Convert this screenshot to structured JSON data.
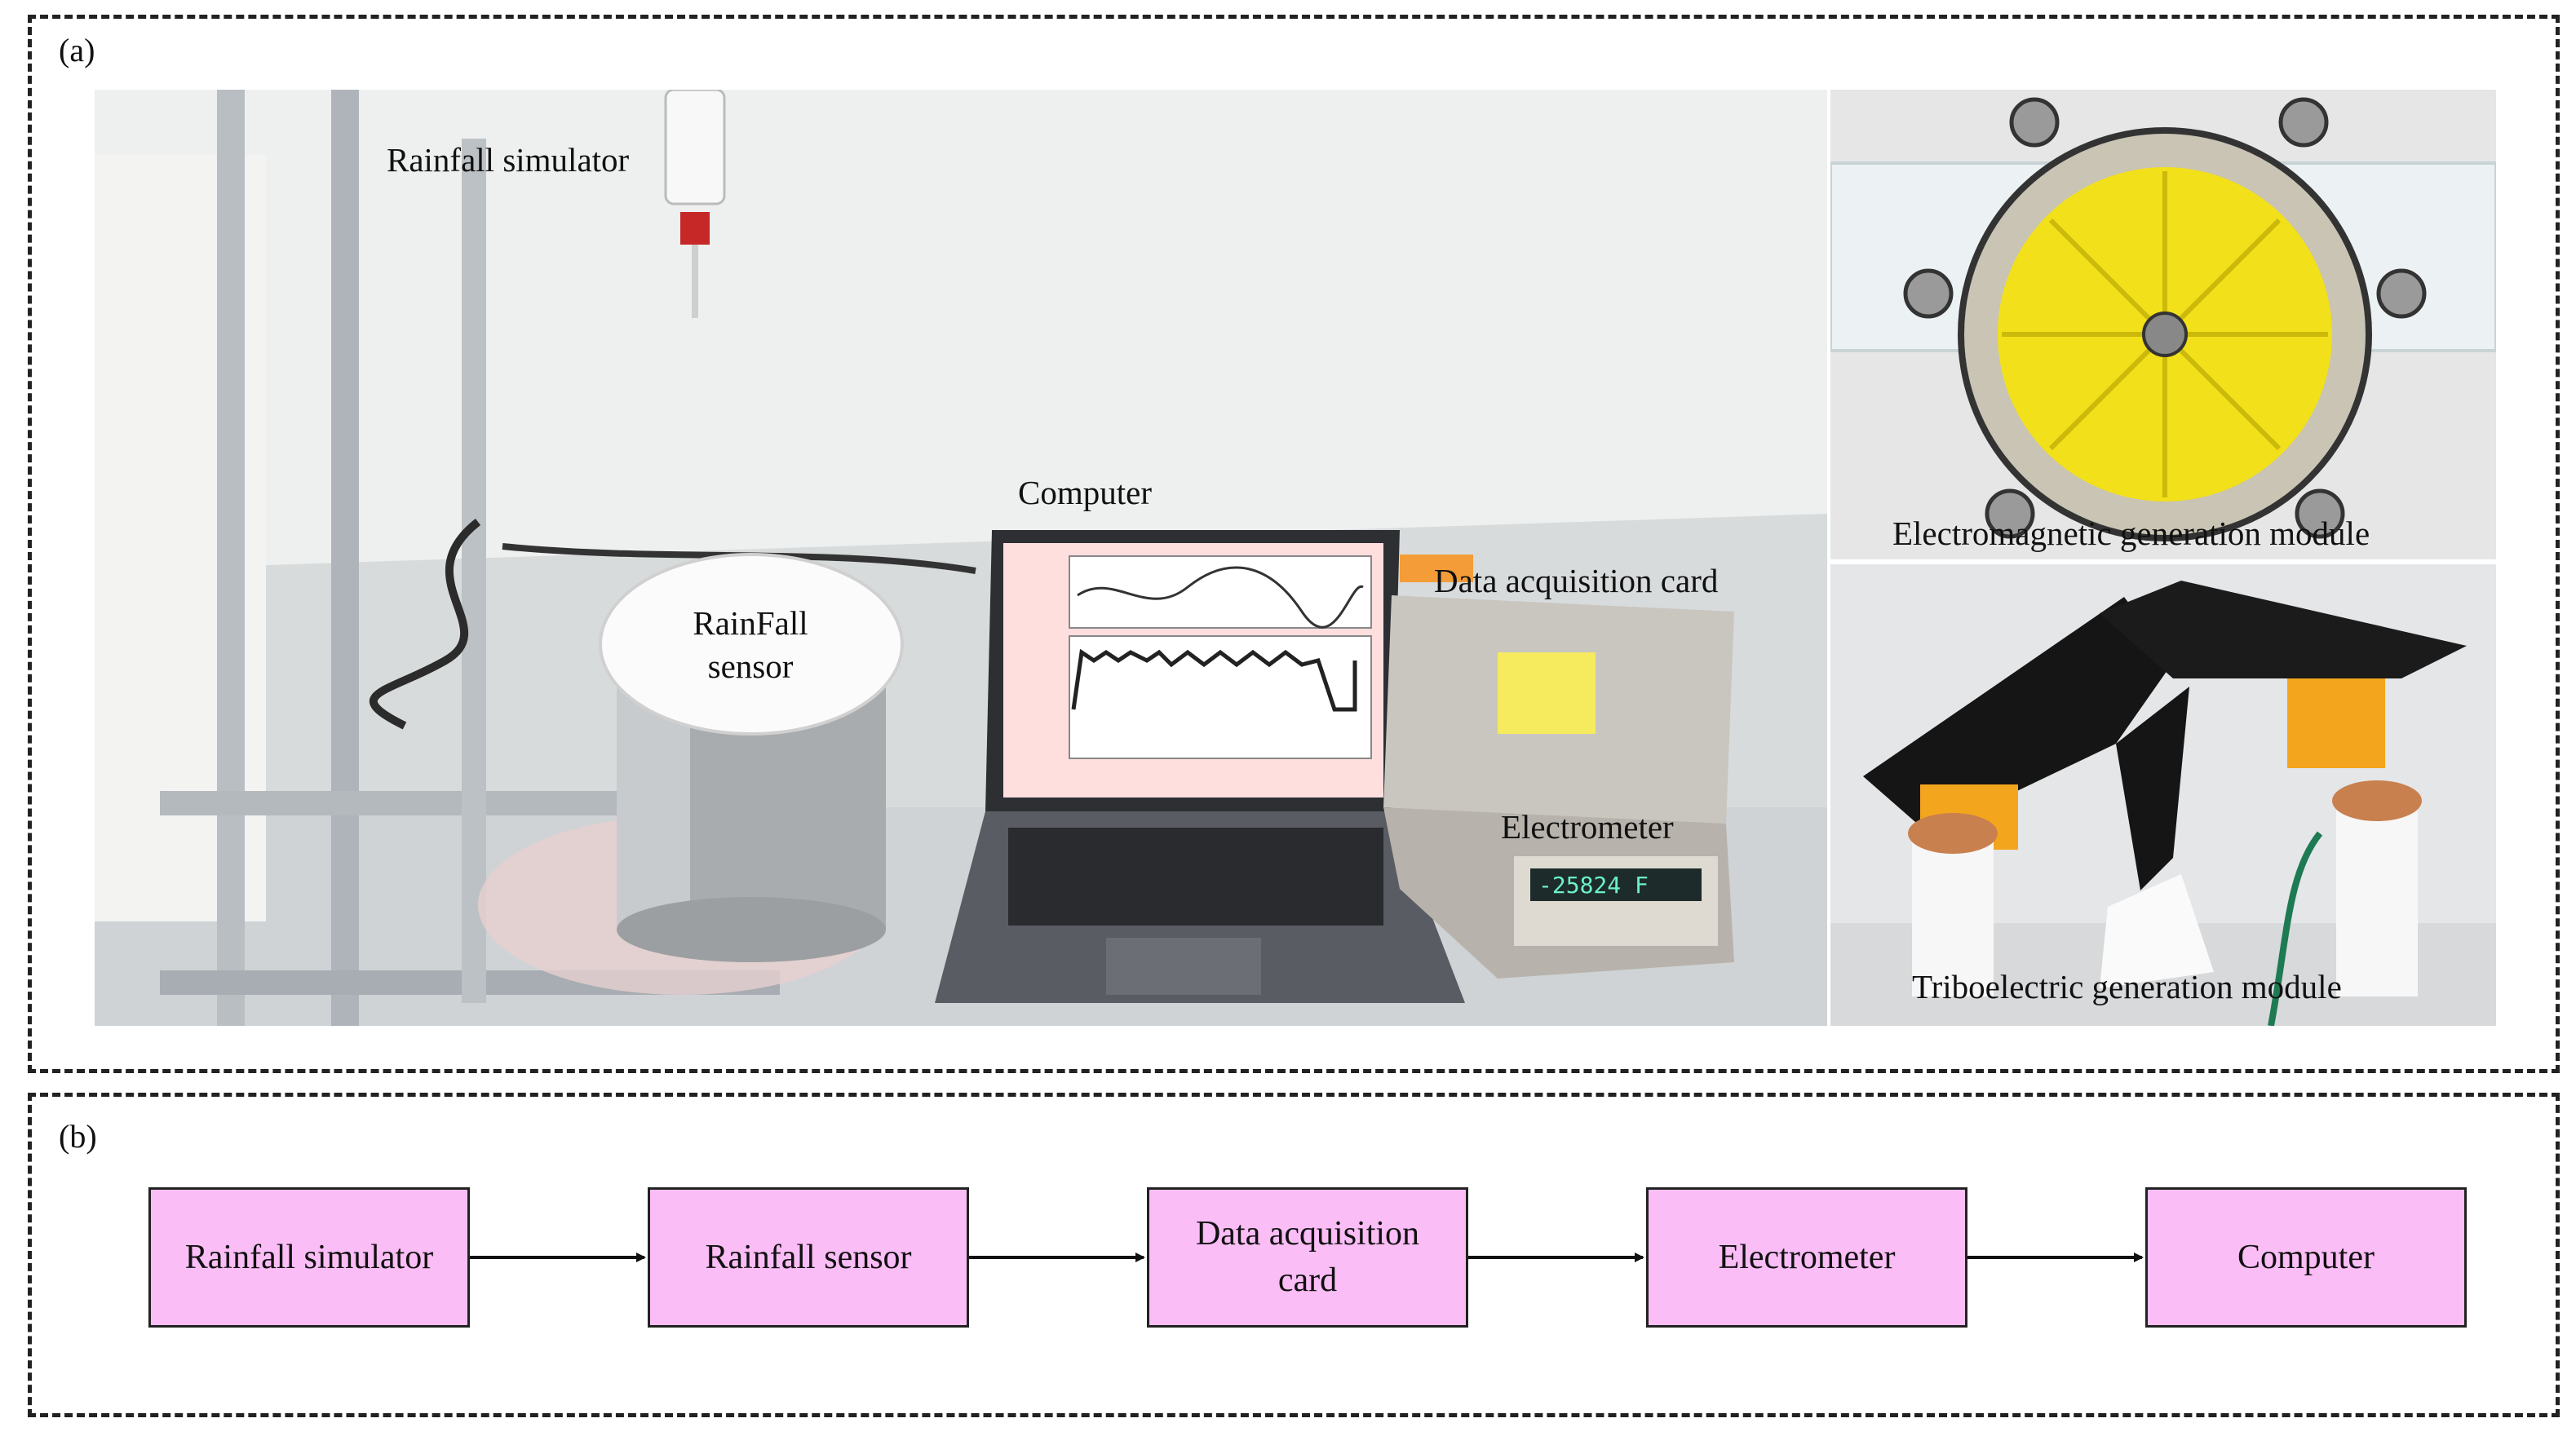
{
  "panel_a": {
    "label": "(a)",
    "callouts": {
      "rainfall_simulator": "Rainfall simulator",
      "computer": "Computer",
      "rainfall_sensor_line1": "RainFall",
      "rainfall_sensor_line2": "sensor",
      "data_acquisition_card": "Data acquisition card",
      "electrometer": "Electrometer",
      "electromagnetic_module": "Electromagnetic generation module",
      "triboelectric_module": "Triboelectric generation module"
    },
    "device_readout": "-25824 F"
  },
  "panel_b": {
    "label": "(b)",
    "flow": [
      "Rainfall simulator",
      "Rainfall sensor",
      "Data acquisition card",
      "Electrometer",
      "Computer"
    ]
  },
  "colors": {
    "box_fill": "#fbbdf6",
    "box_border": "#222222",
    "screen": "#ffdede",
    "fan": "#f2e01a"
  }
}
